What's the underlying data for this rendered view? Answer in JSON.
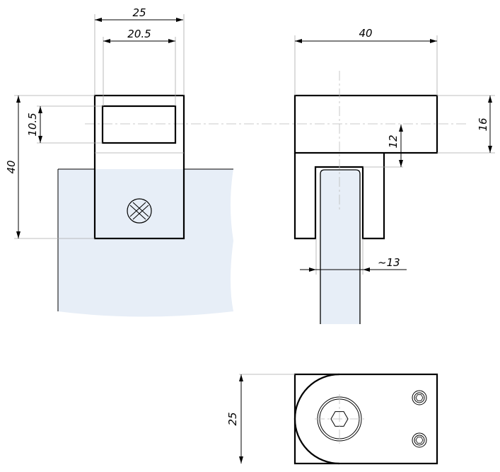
{
  "colors": {
    "glass_fill": "#e7eef7",
    "outline": "#000000",
    "construction": "#aaaaaa"
  },
  "front_view": {
    "dims": {
      "width_outer": "25",
      "width_inner": "20.5",
      "height": "40",
      "window_height": "10.5"
    }
  },
  "side_view": {
    "dims": {
      "width": "40",
      "top_height": "16",
      "depth": "12",
      "glass_thickness": "~13"
    }
  },
  "bottom_view": {
    "dims": {
      "height": "25"
    }
  }
}
